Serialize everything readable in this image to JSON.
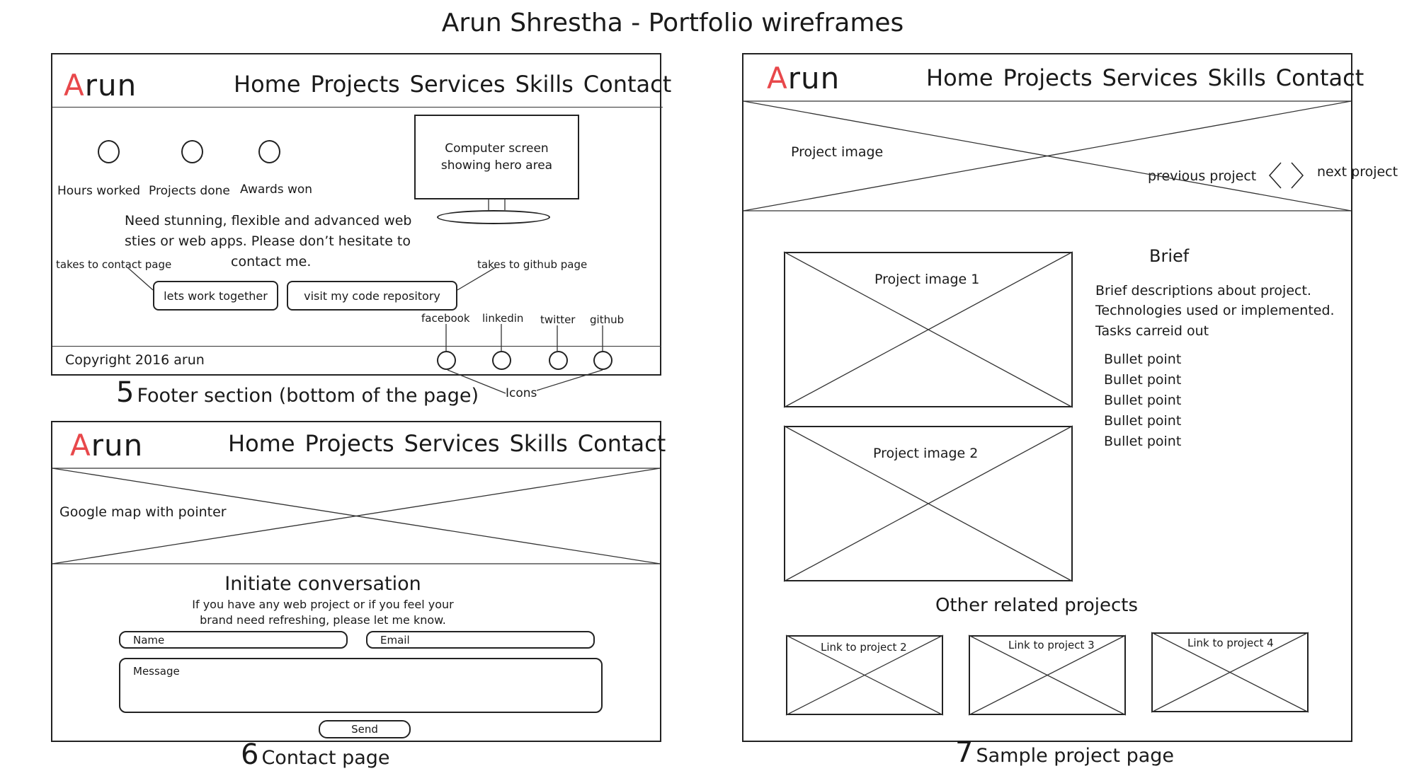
{
  "title": "Arun Shrestha - Portfolio wireframes",
  "brand": {
    "first_letter": "A",
    "rest": "run",
    "accent_color": "#e8484b"
  },
  "nav": [
    "Home",
    "Projects",
    "Services",
    "Skills",
    "Contact"
  ],
  "footer_wireframe": {
    "stats": [
      "Hours worked",
      "Projects done",
      "Awards won"
    ],
    "hero_screen_label": "Computer screen showing hero area",
    "tagline": [
      "Need stunning, flexible and advanced web",
      "sties or web apps. Please don’t hesitate to",
      "contact me."
    ],
    "note_contact": "takes to contact page",
    "note_github": "takes to github page",
    "btn_work": "lets work together",
    "btn_repo": "visit my code repository",
    "socials": [
      "facebook",
      "linkedin",
      "twitter",
      "github"
    ],
    "copyright": "Copyright 2016 arun",
    "icons_label": "Icons",
    "caption_num": "5",
    "caption_text": "Footer section (bottom of the page)"
  },
  "contact_wireframe": {
    "map_label": "Google map with pointer",
    "heading": "Initiate conversation",
    "intro": [
      "If you have any web project or if you feel your",
      "brand need refreshing, please let me know."
    ],
    "name_placeholder": "Name",
    "email_placeholder": "Email",
    "message_placeholder": "Message",
    "send_label": "Send",
    "caption_num": "6",
    "caption_text": "Contact page"
  },
  "project_wireframe": {
    "project_image_label": "Project image",
    "previous_label": "previous project",
    "next_label": "next project",
    "image1_label": "Project image 1",
    "image2_label": "Project image 2",
    "brief_heading": "Brief",
    "brief_lines": [
      "Brief descriptions about project.",
      "Technologies used or implemented.",
      "Tasks carreid out"
    ],
    "bullets": [
      "Bullet point",
      "Bullet point",
      "Bullet point",
      "Bullet point",
      "Bullet point"
    ],
    "related_heading": "Other related projects",
    "related_links": [
      "Link to project 2",
      "Link to project 3",
      "Link to project 4"
    ],
    "caption_num": "7",
    "caption_text": "Sample project page"
  }
}
